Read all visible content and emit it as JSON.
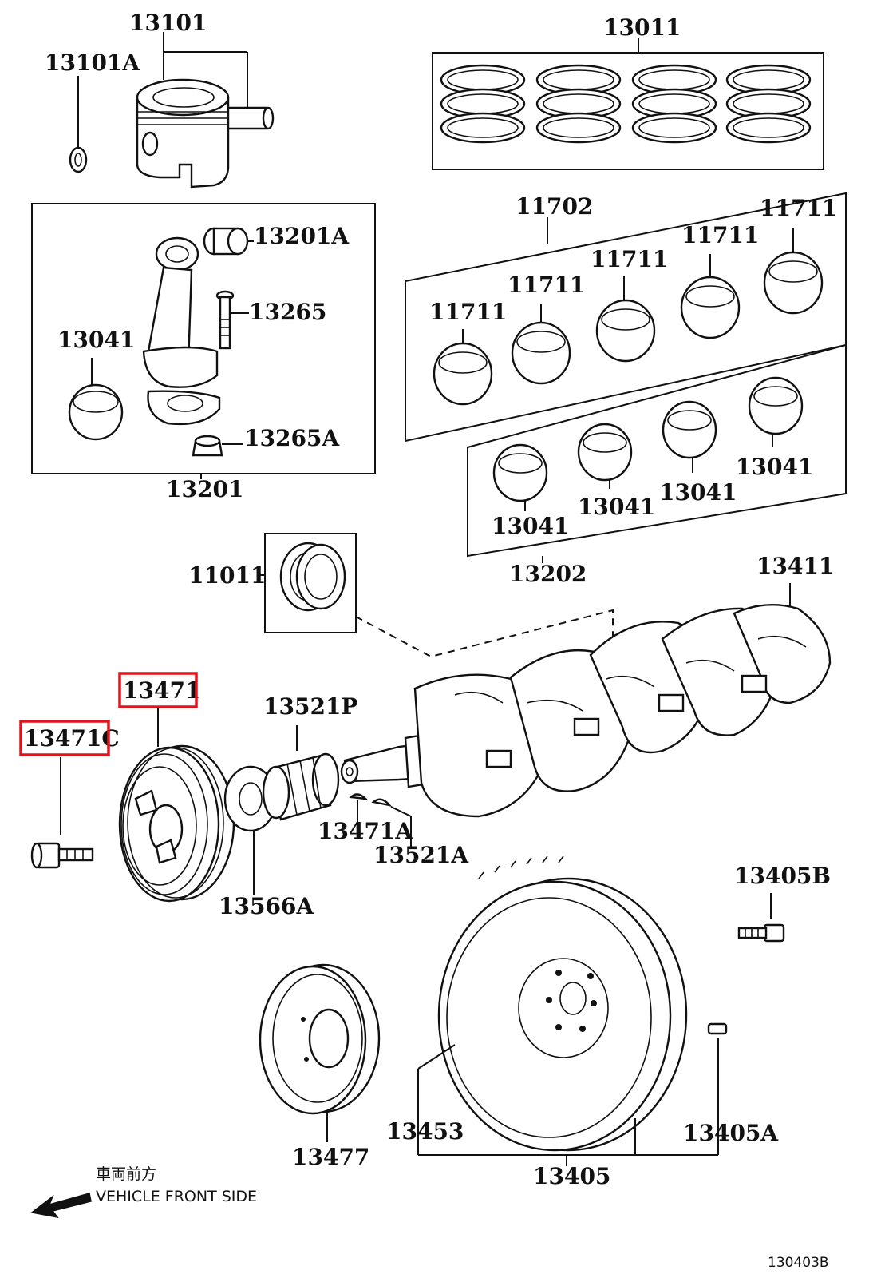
{
  "diagram": {
    "labels": {
      "p13101": "13101",
      "p13101a": "13101A",
      "p13011": "13011",
      "p11702": "11702",
      "p11711_a": "11711",
      "p11711_b": "11711",
      "p11711_c": "11711",
      "p11711_d": "11711",
      "p11711_e": "11711",
      "p13201a": "13201A",
      "p13265": "13265",
      "p13041_rod": "13041",
      "p13265a": "13265A",
      "p13201": "13201",
      "p13041_a": "13041",
      "p13041_b": "13041",
      "p13041_c": "13041",
      "p13041_d": "13041",
      "p13202": "13202",
      "p11011": "11011",
      "p13411": "13411",
      "p13471": "13471",
      "p13471c": "13471C",
      "p13521p": "13521P",
      "p13471a": "13471A",
      "p13521a": "13521A",
      "p13566a": "13566A",
      "p13405b": "13405B",
      "p13453": "13453",
      "p13477": "13477",
      "p13405a": "13405A",
      "p13405": "13405"
    },
    "note_jp": "車両前方",
    "note_en": "VEHICLE FRONT SIDE",
    "figure_code": "130403B",
    "highlight_color": "#e0141e"
  }
}
